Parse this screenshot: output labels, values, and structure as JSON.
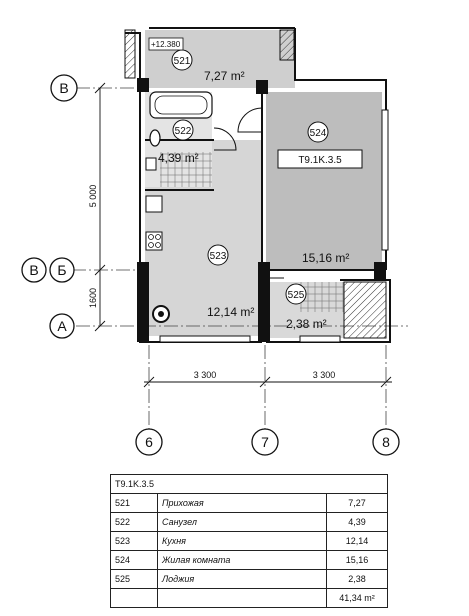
{
  "plan": {
    "unit_code": "T9.1K.3.5",
    "level_mark": "+12.380",
    "axes": {
      "letters": [
        "В",
        "Б",
        "А"
      ],
      "letter_in_tag": "В",
      "numbers": [
        "6",
        "7",
        "8"
      ]
    },
    "dimensions": {
      "vertical": [
        "5 000",
        "1600"
      ],
      "horizontal": [
        "3 300",
        "3 300"
      ]
    },
    "rooms": [
      {
        "id": "521",
        "area": "7,27 m²"
      },
      {
        "id": "522",
        "area": "4,39 m²"
      },
      {
        "id": "523",
        "area": "12,14 m²"
      },
      {
        "id": "524",
        "area": "15,16 m²"
      },
      {
        "id": "525",
        "area": "2,38 m²"
      }
    ]
  },
  "legend": {
    "title": "T9.1K.3.5",
    "rows": [
      {
        "id": "521",
        "name": "Прихожая",
        "area": "7,27"
      },
      {
        "id": "522",
        "name": "Санузел",
        "area": "4,39"
      },
      {
        "id": "523",
        "name": "Кухня",
        "area": "12,14"
      },
      {
        "id": "524",
        "name": "Жилая комната",
        "area": "15,16"
      },
      {
        "id": "525",
        "name": "Лоджия",
        "area": "2,38"
      }
    ],
    "total": "41,34 m²"
  }
}
